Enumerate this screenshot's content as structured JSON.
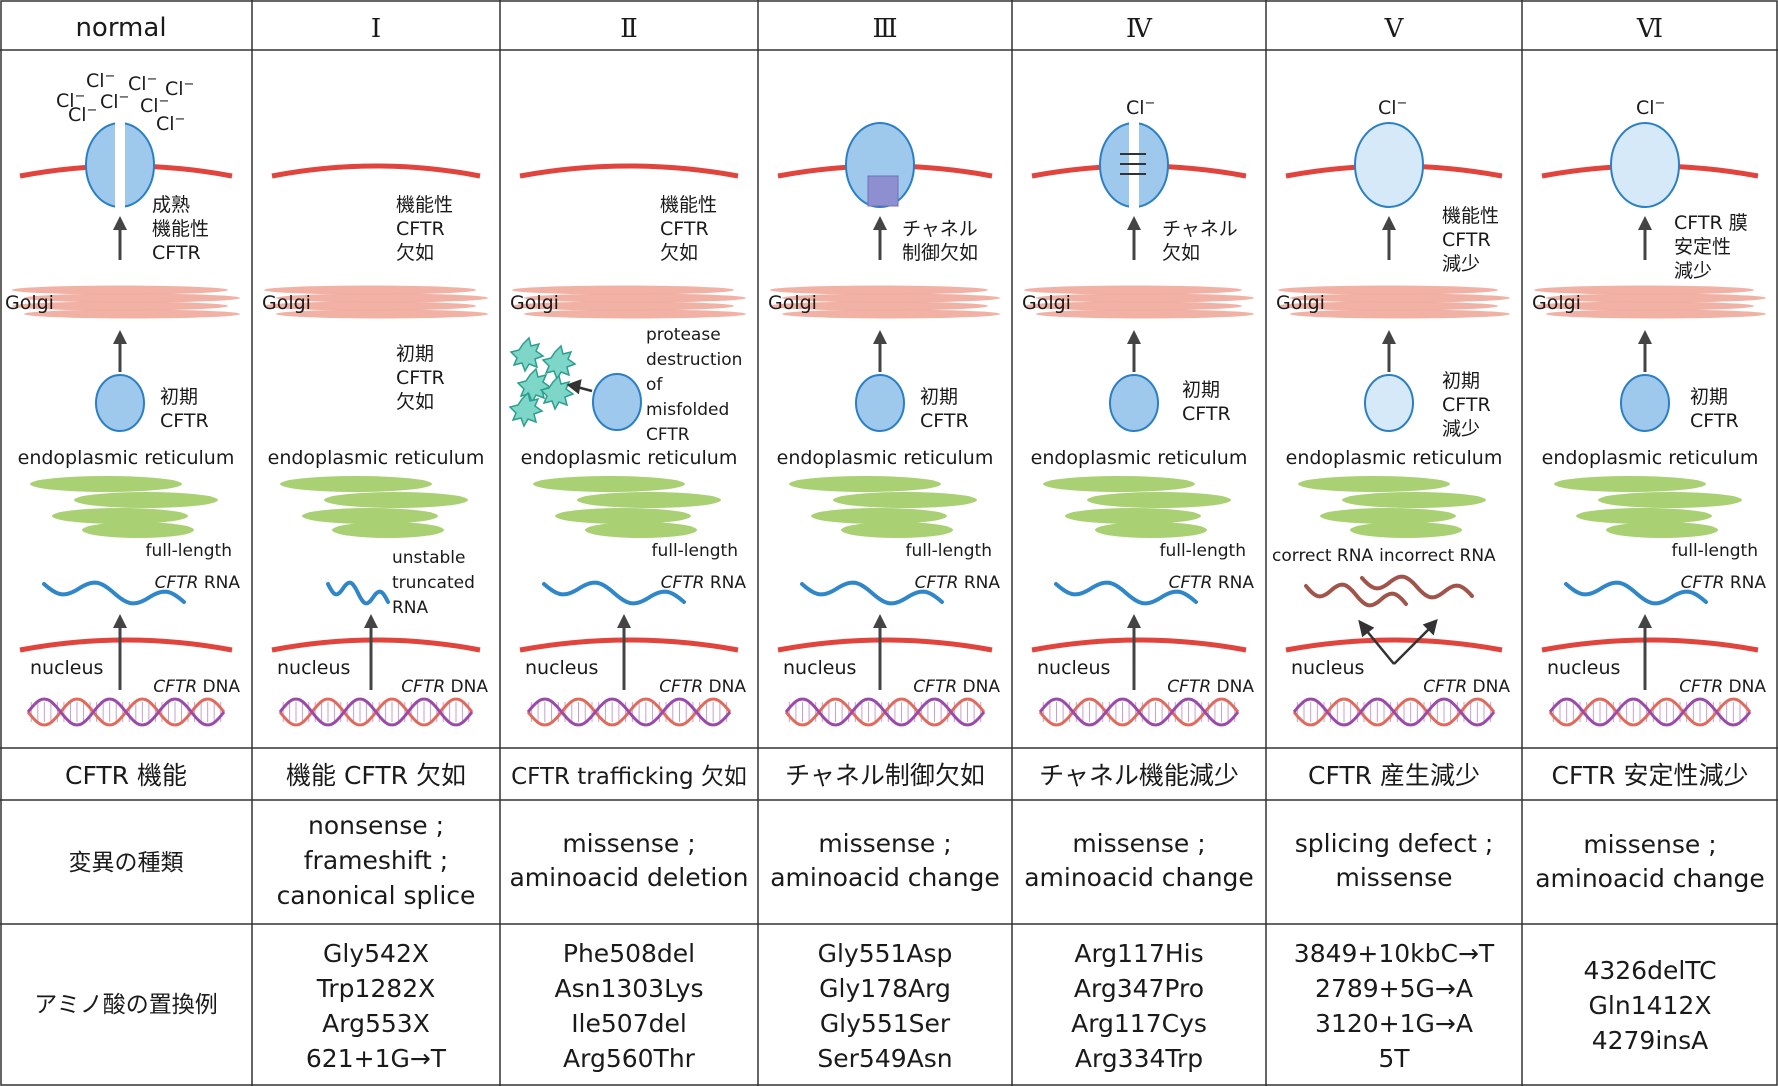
{
  "header": [
    "normal",
    "Ⅰ",
    "Ⅱ",
    "Ⅲ",
    "Ⅳ",
    "Ⅴ",
    "Ⅵ"
  ],
  "labels": {
    "golgi": "Golgi",
    "er": "endoplasmic reticulum",
    "nucleus": "nucleus",
    "cftr_italic": "CFTR",
    "dna": "DNA",
    "rna": "RNA",
    "full_length": "full-length",
    "cl": "Cl",
    "cl_sup": "−"
  },
  "row_labels": {
    "mutation_type": "変異の種類",
    "examples": "アミノ酸の置換例"
  },
  "columns": [
    {
      "membrane_text": [
        "成熟",
        "機能性",
        "CFTR"
      ],
      "er_text": [
        "初期",
        "CFTR"
      ],
      "function": "CFTR 機能",
      "mutation": [],
      "examples": []
    },
    {
      "membrane_text": [
        "機能性",
        "CFTR",
        "欠如"
      ],
      "er_text": [
        "初期",
        "CFTR",
        "欠如"
      ],
      "rna_text": [
        "unstable",
        "truncated",
        "RNA"
      ],
      "function": "機能 CFTR 欠如",
      "mutation": [
        "nonsense ;",
        "frameshift ;",
        "canonical splice"
      ],
      "examples": [
        "Gly542X",
        "Trp1282X",
        "Arg553X",
        "621+1G→T"
      ]
    },
    {
      "membrane_text": [
        "機能性",
        "CFTR",
        "欠如"
      ],
      "er_text": [
        "protease",
        "destruction",
        "of",
        "misfolded",
        "CFTR"
      ],
      "function": "CFTR trafficking 欠如",
      "mutation": [
        "missense ;",
        "aminoacid deletion"
      ],
      "examples": [
        "Phe508del",
        "Asn1303Lys",
        "Ile507del",
        "Arg560Thr"
      ]
    },
    {
      "membrane_text": [
        "チャネル",
        "制御欠如"
      ],
      "er_text": [
        "初期",
        "CFTR"
      ],
      "function": "チャネル制御欠如",
      "mutation": [
        "missense ;",
        "aminoacid change"
      ],
      "examples": [
        "Gly551Asp",
        "Gly178Arg",
        "Gly551Ser",
        "Ser549Asn"
      ]
    },
    {
      "membrane_text": [
        "チャネル",
        "欠如"
      ],
      "er_text": [
        "初期",
        "CFTR"
      ],
      "function": "チャネル機能減少",
      "mutation": [
        "missense ;",
        "aminoacid change"
      ],
      "examples": [
        "Arg117His",
        "Arg347Pro",
        "Arg117Cys",
        "Arg334Trp"
      ]
    },
    {
      "membrane_text": [
        "機能性",
        "CFTR",
        "減少"
      ],
      "er_text": [
        "初期",
        "CFTR",
        "減少"
      ],
      "rna_text": [
        "correct RNA",
        "incorrect RNA"
      ],
      "function": "CFTR 産生減少",
      "mutation": [
        "splicing defect ;",
        "missense"
      ],
      "examples": [
        "3849+10kbC→T",
        "2789+5G→A",
        "3120+1G→A",
        "5T"
      ]
    },
    {
      "membrane_text": [
        "CFTR 膜",
        "安定性",
        "減少"
      ],
      "er_text": [
        "初期",
        "CFTR"
      ],
      "function": "CFTR 安定性減少",
      "mutation": [
        "missense ;",
        "aminoacid change"
      ],
      "examples": [
        "4326delTC",
        "Gln1412X",
        "4279insA"
      ]
    }
  ],
  "colors": {
    "membrane": "#e0443c",
    "cftr_fill": "#9ec8ec",
    "cftr_light": "#d6e9f8",
    "cftr_stroke": "#2b7fc4",
    "golgi": "#f0a89a",
    "er": "#a9d173",
    "rna": "#2f86c8",
    "rna_alt": "#a0544a",
    "dna_a": "#e06a5c",
    "dna_b": "#9a4aa8",
    "protease": "#7ed6c8",
    "block": "#8e8fd0",
    "grid": "#333333"
  }
}
